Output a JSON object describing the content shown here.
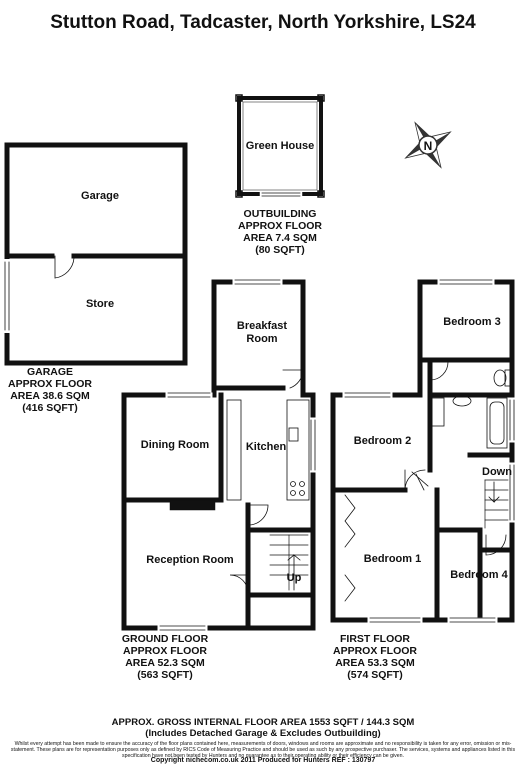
{
  "title": "Stutton Road, Tadcaster, North Yorkshire, LS24",
  "compass_letter": "N",
  "rooms": {
    "green_house": "Green House",
    "garage": "Garage",
    "store": "Store",
    "breakfast_room_1": "Breakfast",
    "breakfast_room_2": "Room",
    "dining_room": "Dining Room",
    "kitchen": "Kitchen",
    "reception_room": "Reception Room",
    "up": "Up",
    "bedroom_3": "Bedroom 3",
    "bedroom_2": "Bedroom 2",
    "down": "Down",
    "bedroom_1": "Bedroom 1",
    "bedroom_4": "Bedroom 4"
  },
  "areas": {
    "outbuilding": [
      "OUTBUILDING",
      "APPROX FLOOR",
      "AREA 7.4 SQM",
      "(80 SQFT)"
    ],
    "garage": [
      "GARAGE",
      "APPROX FLOOR",
      "AREA 38.6 SQM",
      "(416 SQFT)"
    ],
    "ground_floor": [
      "GROUND FLOOR",
      "APPROX FLOOR",
      "AREA 52.3 SQM",
      "(563 SQFT)"
    ],
    "first_floor": [
      "FIRST FLOOR",
      "APPROX FLOOR",
      "AREA 53.3 SQM",
      "(574 SQFT)"
    ]
  },
  "footer": {
    "gross_line1": "APPROX. GROSS INTERNAL FLOOR AREA 1553 SQFT / 144.3 SQM",
    "gross_line2": "(Includes Detached Garage & Excludes Outbuilding)",
    "disclaimer": "Whilst every attempt has been made to ensure the accuracy of the floor plans contained here, measurements of doors, windows and rooms are approximate and no responsibility is taken for any error, omission or mis-statement. These plans are for representation purposes only as defined by RICS Code of Measuring Practice and should be used as such by any prospective purchaser. The services, systems and appliances listed in this specification have not been tested by Hunters and no guarantee as to their operating ability or their efficiency can be given.",
    "copyright": "Copyright nichecom.co.uk 2011     Produced for Hunters     REF : 130797"
  }
}
